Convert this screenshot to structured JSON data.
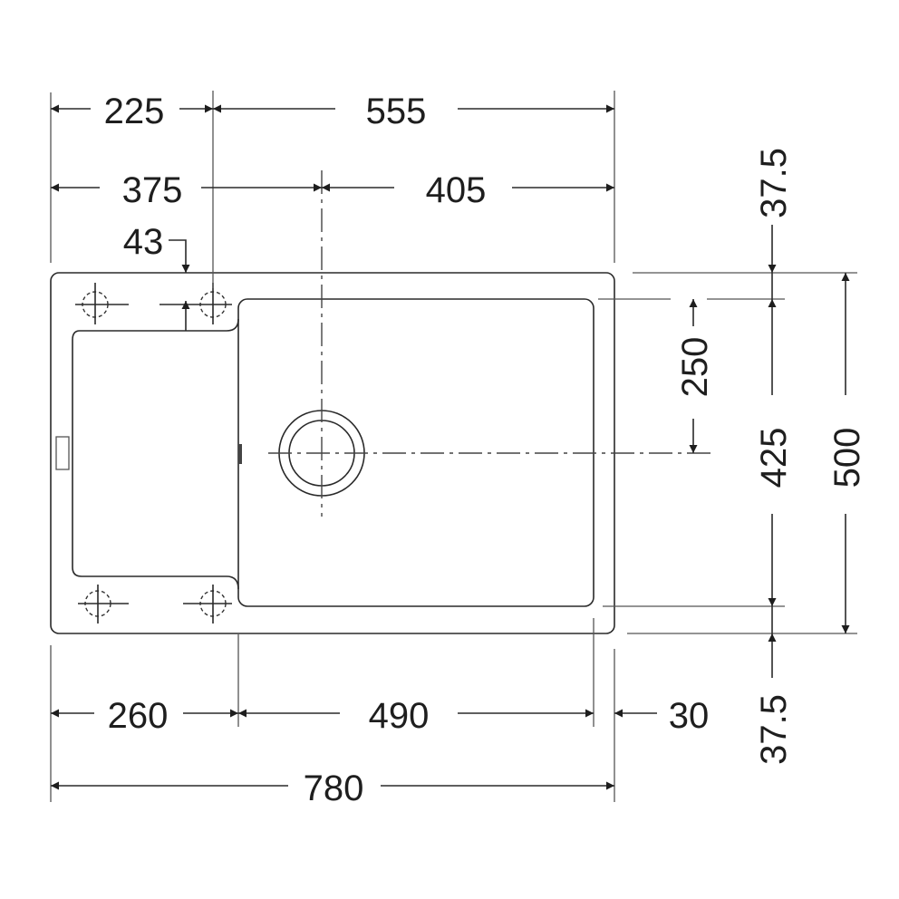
{
  "drawing": {
    "top_dims": {
      "left": "225",
      "right": "555"
    },
    "second_dims": {
      "left": "375",
      "right": "405"
    },
    "hole_offset": "43",
    "right_dims": {
      "top_margin": "37.5",
      "drain_to_basin": "250",
      "basin_depth": "425",
      "overall_depth": "500",
      "bottom_margin": "37.5"
    },
    "bottom_dims": {
      "drainer": "260",
      "basin": "490",
      "rim": "30"
    },
    "overall_width": "780",
    "line_color": "#2a2a2a"
  }
}
